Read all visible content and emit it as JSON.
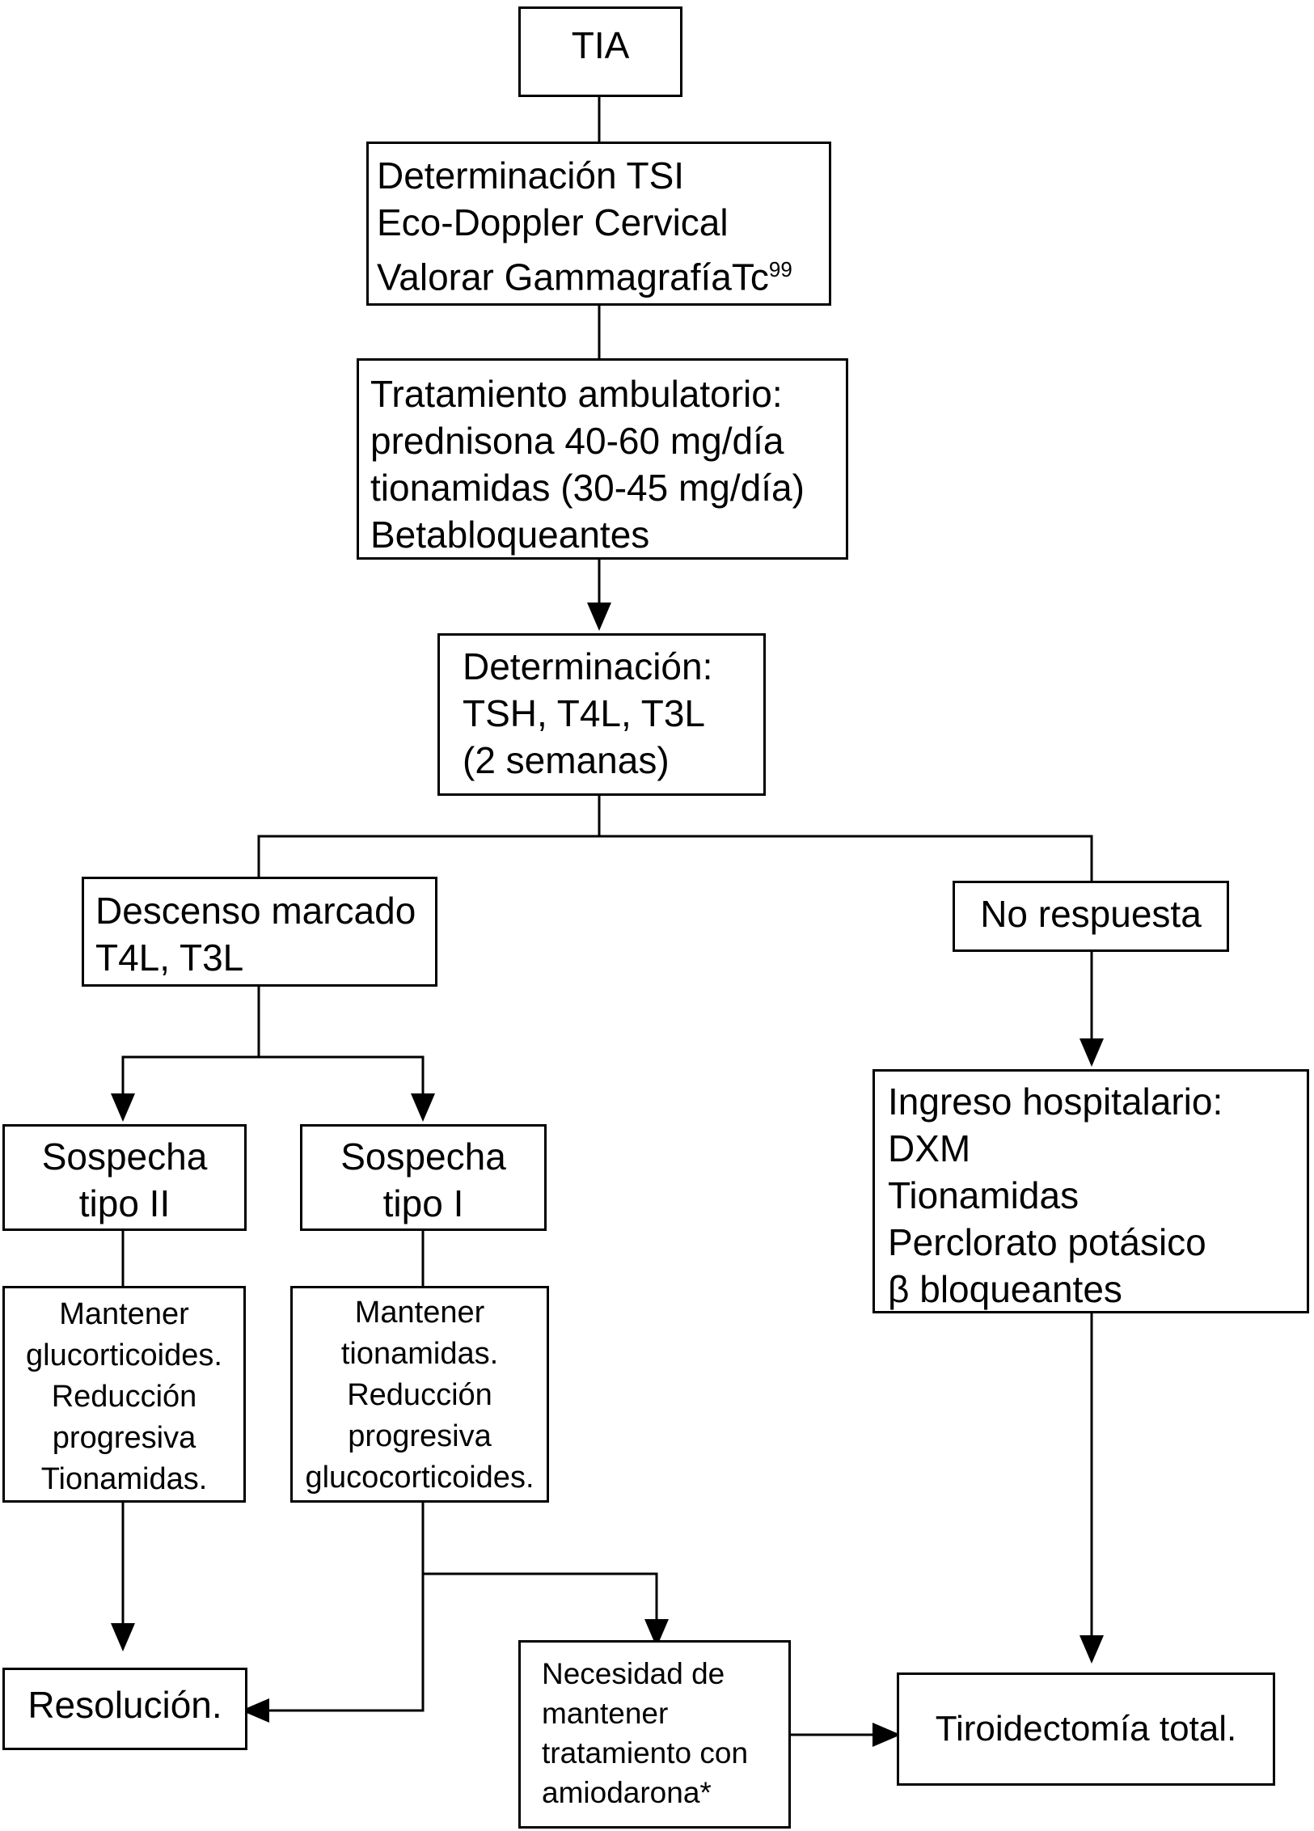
{
  "nodes": {
    "tia": {
      "lines": [
        "TIA"
      ]
    },
    "evaluation": {
      "lines": [
        "Determinación TSI",
        "Eco-Doppler Cervical",
        "Valorar GammagrafíaTc"
      ],
      "superscript": "99"
    },
    "outpatient": {
      "lines": [
        "Tratamiento ambulatorio:",
        "prednisona 40-60 mg/día",
        "tionamidas (30-45 mg/día)",
        "Betabloqueantes"
      ]
    },
    "labs": {
      "lines": [
        "Determinación:",
        "TSH, T4L, T3L",
        "(2 semanas)"
      ]
    },
    "marked_drop": {
      "lines": [
        "Descenso marcado",
        "T4L, T3L"
      ]
    },
    "no_response": {
      "lines": [
        "No respuesta"
      ]
    },
    "type2": {
      "lines": [
        "Sospecha",
        "tipo II"
      ]
    },
    "type1": {
      "lines": [
        "Sospecha",
        "tipo I"
      ]
    },
    "type2_tx": {
      "lines": [
        "Mantener",
        "glucorticoides.",
        "Reducción",
        "progresiva",
        "Tionamidas."
      ]
    },
    "type1_tx": {
      "lines": [
        "Mantener",
        "tionamidas.",
        "Reducción",
        "progresiva",
        "glucocorticoides."
      ]
    },
    "hospital": {
      "lines": [
        "Ingreso hospitalario:",
        "DXM",
        "Tionamidas",
        "Perclorato potásico",
        "β bloqueantes"
      ]
    },
    "resolution": {
      "lines": [
        "Resolución."
      ]
    },
    "amiodarone": {
      "lines": [
        "Necesidad de",
        "mantener",
        "tratamiento con",
        "amiodarona*"
      ]
    },
    "thyroidectomy": {
      "lines": [
        "Tiroidectomía total."
      ]
    }
  },
  "edges": [
    {
      "from": "tia",
      "to": "evaluation",
      "arrow": false
    },
    {
      "from": "evaluation",
      "to": "outpatient",
      "arrow": false
    },
    {
      "from": "outpatient",
      "to": "labs",
      "arrow": true
    },
    {
      "from": "labs",
      "to": "marked_drop",
      "arrow": false
    },
    {
      "from": "labs",
      "to": "no_response",
      "arrow": false
    },
    {
      "from": "marked_drop",
      "to": "type2",
      "arrow": true
    },
    {
      "from": "marked_drop",
      "to": "type1",
      "arrow": true
    },
    {
      "from": "no_response",
      "to": "hospital",
      "arrow": true
    },
    {
      "from": "type2",
      "to": "type2_tx",
      "arrow": false
    },
    {
      "from": "type1",
      "to": "type1_tx",
      "arrow": false
    },
    {
      "from": "type2_tx",
      "to": "resolution",
      "arrow": true
    },
    {
      "from": "type1_tx",
      "to": "resolution",
      "arrow": true
    },
    {
      "from": "type1_tx",
      "to": "amiodarone",
      "arrow": true
    },
    {
      "from": "hospital",
      "to": "thyroidectomy",
      "arrow": true
    },
    {
      "from": "amiodarone",
      "to": "thyroidectomy",
      "arrow": true
    }
  ]
}
